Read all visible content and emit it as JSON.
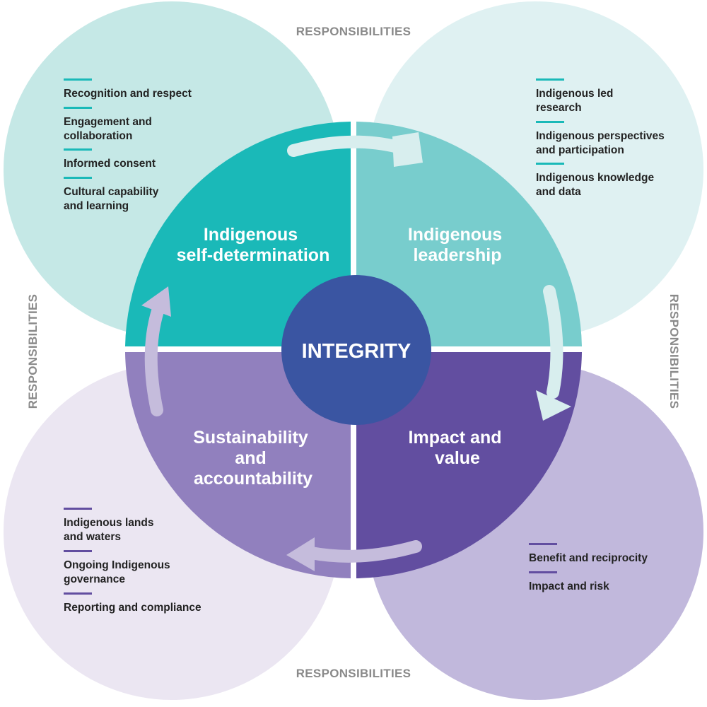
{
  "responsibilities_label": "RESPONSIBILITIES",
  "center": {
    "label": "INTEGRITY",
    "color": "#3a55a2"
  },
  "quadrants": {
    "self_determination": {
      "line1": "Indigenous",
      "line2": "self-determination",
      "color": "#1ab9b8"
    },
    "leadership": {
      "line1": "Indigenous",
      "line2": "leadership",
      "color": "#78cdcd"
    },
    "impact": {
      "line1": "Impact and",
      "line2": "value",
      "color": "#624ea0"
    },
    "sustainability": {
      "line1": "Sustainability",
      "line2": "and",
      "line3": "accountability",
      "color": "#9180be"
    }
  },
  "lists": {
    "top_left": [
      "Recognition and respect",
      [
        "Engagement and",
        "collaboration"
      ],
      "Informed consent",
      [
        "Cultural capability",
        "and learning"
      ]
    ],
    "top_right": [
      [
        "Indigenous led",
        "research"
      ],
      [
        "Indigenous perspectives",
        "and participation"
      ],
      [
        "Indigenous knowledge",
        "and data"
      ]
    ],
    "bottom_left": [
      [
        "Indigenous lands",
        "and waters"
      ],
      [
        "Ongoing Indigenous",
        "governance"
      ],
      "Reporting and compliance"
    ],
    "bottom_right": [
      "Benefit and reciprocity",
      "Impact and risk"
    ]
  },
  "colors": {
    "circle_tl": "#c5e8e6",
    "circle_tr": "#dff1f2",
    "circle_bl": "#ebe6f2",
    "circle_br": "#c1b8dc",
    "teal_bar": "#1ab9b8",
    "purple_bar": "#624ea0"
  }
}
